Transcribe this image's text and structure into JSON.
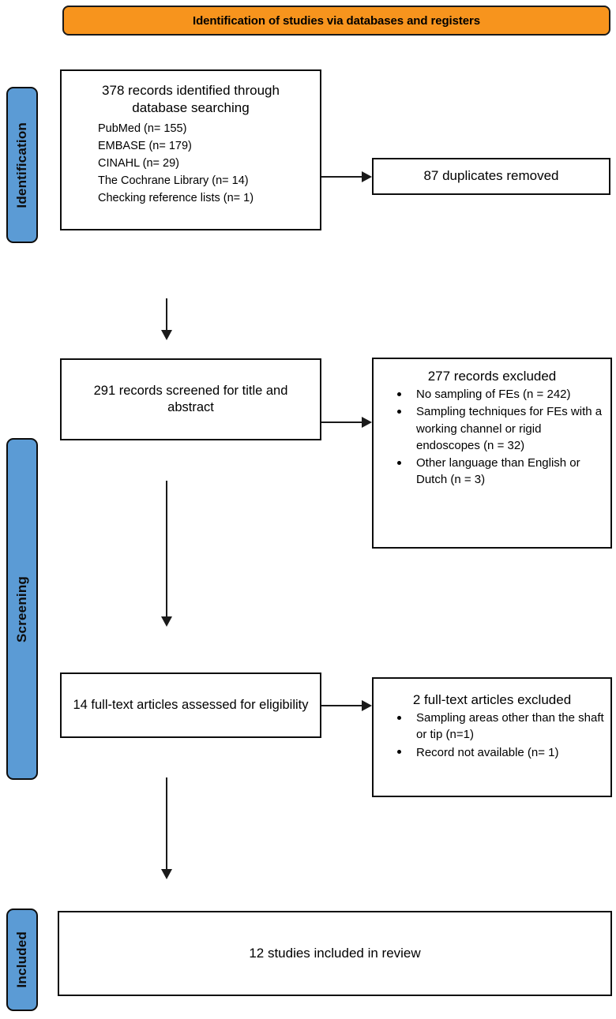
{
  "diagram": {
    "type": "prisma-flow-diagram",
    "banner": {
      "label": "Identification of studies via databases and registers",
      "color": "#F7941D"
    },
    "stage_labels": {
      "identification": "Identification",
      "screening": "Screening",
      "included": "Included",
      "color": "#5B9BD5"
    },
    "boxes": {
      "records_identified": {
        "heading": "378 records identified through database searching",
        "sources": [
          "PubMed (n= 155)",
          "EMBASE (n= 179)",
          "CINAHL (n= 29)",
          "The Cochrane Library (n= 14)",
          "Checking reference lists (n= 1)"
        ]
      },
      "duplicates_removed": {
        "label": "87 duplicates removed"
      },
      "records_screened": {
        "label": "291 records screened for title and abstract"
      },
      "records_excluded": {
        "heading": "277 records excluded",
        "reasons": [
          "No sampling of FEs (n = 242)",
          "Sampling techniques for FEs with a working channel or rigid endoscopes (n = 32)",
          "Other language than English or Dutch (n = 3)"
        ]
      },
      "fulltext_assessed": {
        "label": "14 full-text articles assessed for eligibility"
      },
      "fulltext_excluded": {
        "heading": "2 full-text articles excluded",
        "reasons": [
          "Sampling areas other than the shaft or tip (n=1)",
          "Record not available (n= 1)"
        ]
      },
      "studies_included": {
        "label": "12 studies included in review"
      }
    }
  }
}
